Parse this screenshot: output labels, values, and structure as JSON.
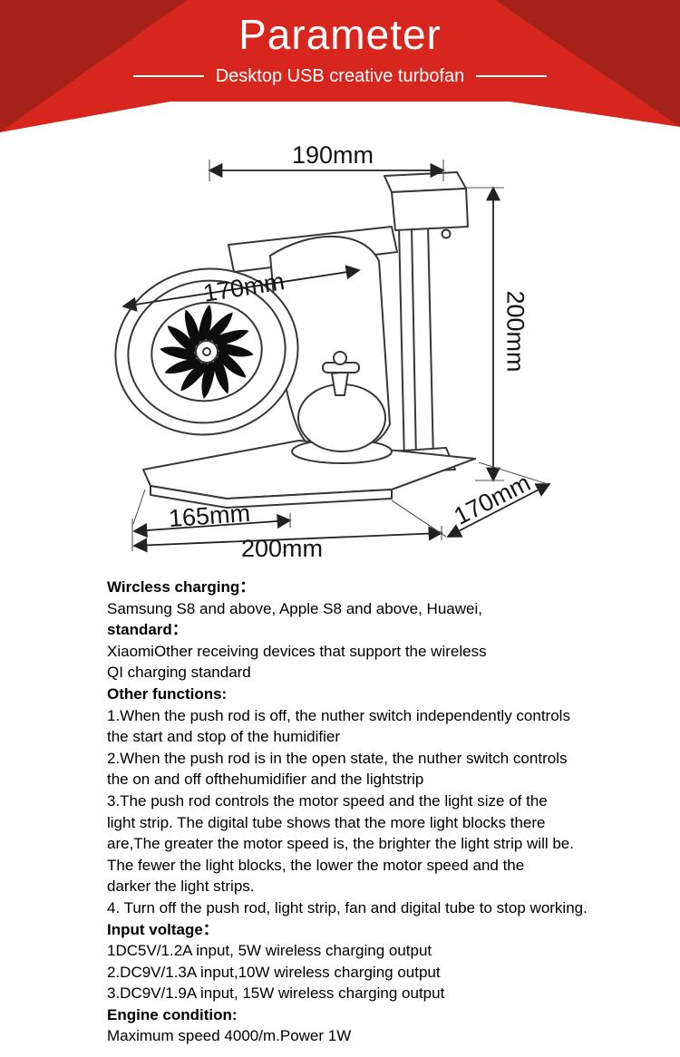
{
  "header": {
    "title": "Parameter",
    "subtitle": "Desktop USB creative turbofan"
  },
  "colors": {
    "banner_red": "#d7261d",
    "banner_dark_red": "#a6211a",
    "line_color": "#383838"
  },
  "diagram": {
    "labels": {
      "top_width": "190mm",
      "fan_diameter": "170mm",
      "height": "200mm",
      "base_front_left": "165mm",
      "base_width": "200mm",
      "base_depth": "170mm"
    }
  },
  "specs": {
    "lines": [
      {
        "bold": true,
        "text": "Wircless charging："
      },
      {
        "bold": false,
        "text": "Samsung S8 and above, Apple S8 and above, Huawei,"
      },
      {
        "bold": true,
        "text": "standard："
      },
      {
        "bold": false,
        "text": "XiaomiOther receiving devices that support the wireless"
      },
      {
        "bold": false,
        "text": "QI charging standard"
      },
      {
        "bold": true,
        "text": "Other functions:"
      },
      {
        "bold": false,
        "text": "1.When the push rod is off, the nuther switch independently controls"
      },
      {
        "bold": false,
        "text": "the start and stop of the humidifier"
      },
      {
        "bold": false,
        "text": "2.When the push rod is in the open state, the nuther switch controls"
      },
      {
        "bold": false,
        "text": "the on and off ofthehumidifier and the lightstrip"
      },
      {
        "bold": false,
        "text": "3.The push rod controls the motor speed and the light size of the"
      },
      {
        "bold": false,
        "text": "light strip. The digital tube shows that the more light blocks there"
      },
      {
        "bold": false,
        "text": "are,The greater the motor speed is, the brighter the light strip will be."
      },
      {
        "bold": false,
        "text": "The fewer the light blocks, the lower the motor speed and the"
      },
      {
        "bold": false,
        "text": "darker the light strips."
      },
      {
        "bold": false,
        "text": "4. Turn off the push rod, light strip, fan and digital tube to stop working."
      },
      {
        "bold": true,
        "text": "Input voltage："
      },
      {
        "bold": false,
        "text": "1DC5V/1.2A input, 5W wireless charging output"
      },
      {
        "bold": false,
        "text": "2.DC9V/1.3A input,10W wireless charging output"
      },
      {
        "bold": false,
        "text": "3.DC9V/1.9A input, 15W wireless charging output"
      },
      {
        "bold": true,
        "text": "Engine condition:"
      },
      {
        "bold": false,
        "text": "Maximum speed 4000/m.Power 1W"
      }
    ]
  }
}
